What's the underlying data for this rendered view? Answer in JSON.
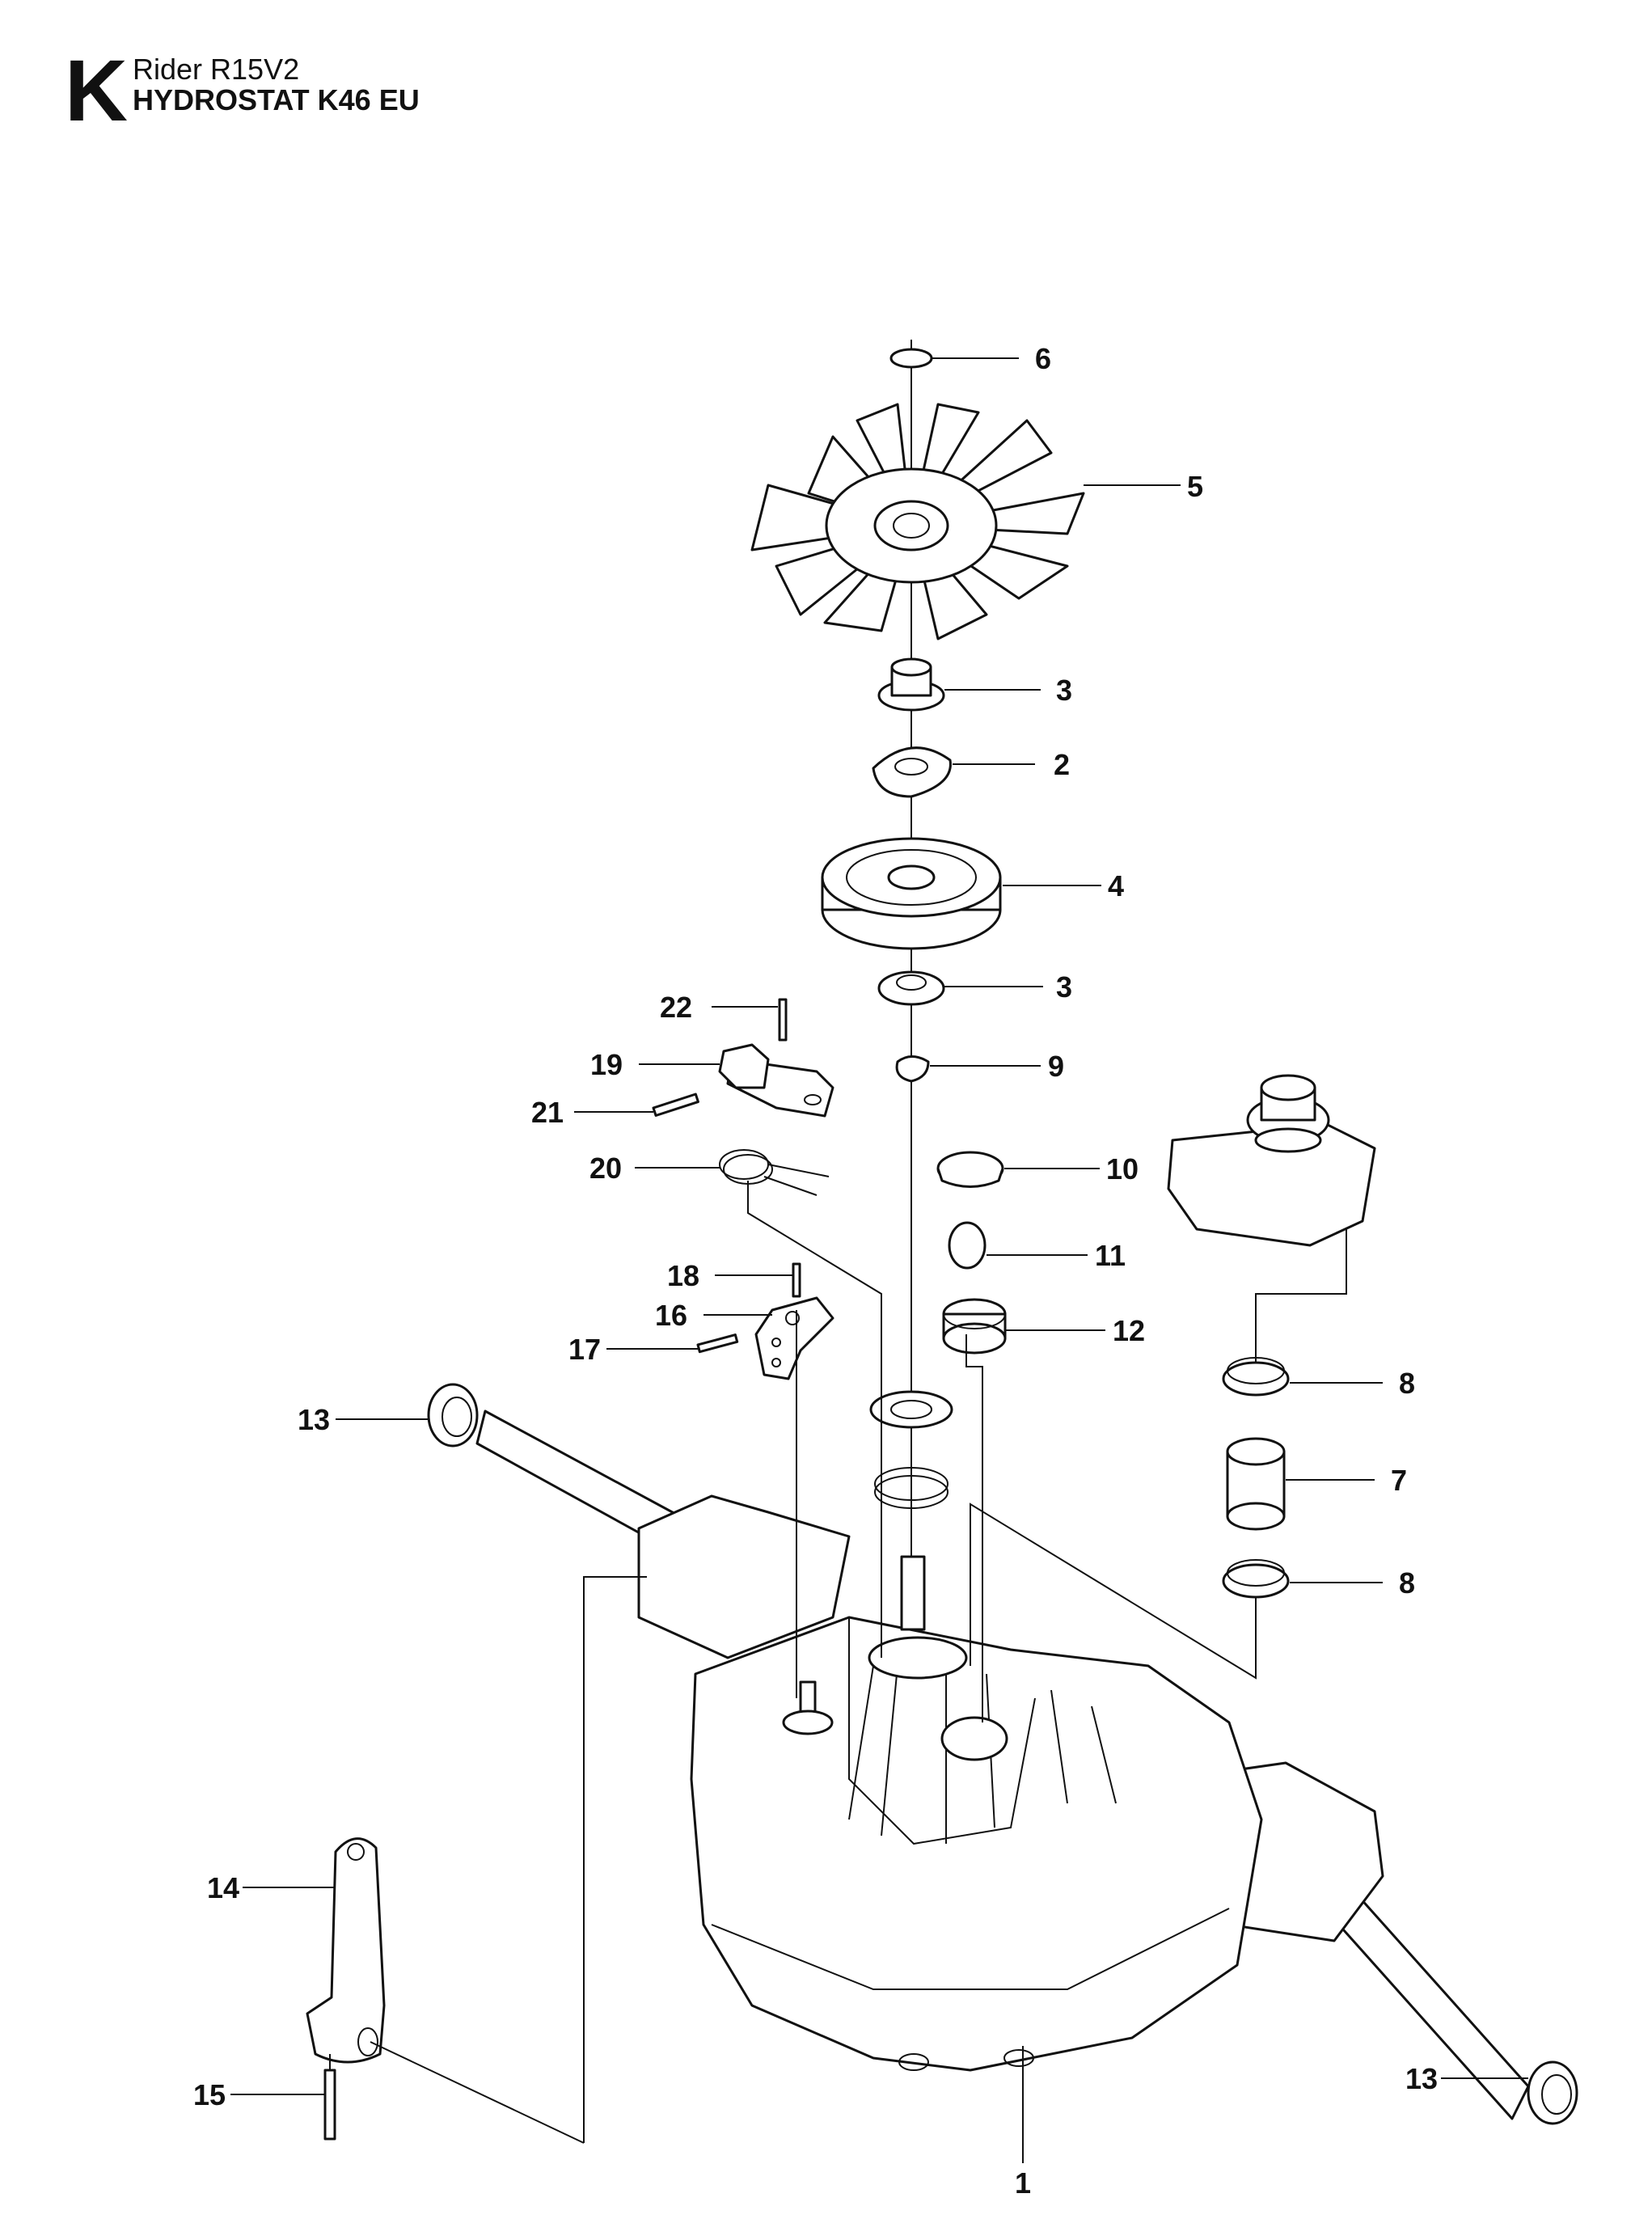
{
  "header": {
    "section_letter": "K",
    "model": "Rider R15V2",
    "assembly": "HYDROSTAT K46 EU"
  },
  "callouts": [
    "6",
    "5",
    "3",
    "2",
    "4",
    "3",
    "22",
    "19",
    "9",
    "21",
    "20",
    "10",
    "11",
    "18",
    "16",
    "12",
    "17",
    "8",
    "13",
    "7",
    "8",
    "14",
    "15",
    "13",
    "1"
  ]
}
